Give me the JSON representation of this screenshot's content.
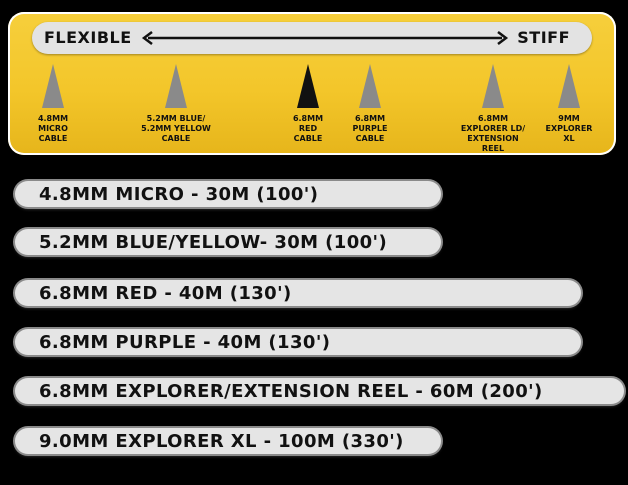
{
  "scale": {
    "left_label": "FLEXIBLE",
    "right_label": "STIFF",
    "markers": [
      {
        "caption": "4.8MM\nMICRO\nCABLE",
        "color": "#8a8a8a"
      },
      {
        "caption": "5.2MM BLUE/\n5.2MM YELLOW\nCABLE",
        "color": "#8a8a8a"
      },
      {
        "caption": "6.8MM\nRED\nCABLE",
        "color": "#111111"
      },
      {
        "caption": "6.8MM\nPURPLE\nCABLE",
        "color": "#8a8a8a"
      },
      {
        "caption": "6.8MM\nEXPLORER LD/\nEXTENSION\nREEL",
        "color": "#8a8a8a"
      },
      {
        "caption": "9MM\nEXPLORER\nXL",
        "color": "#8a8a8a"
      }
    ]
  },
  "cables": [
    "4.8MM MICRO - 30M (100')",
    "5.2MM BLUE/YELLOW- 30M (100')",
    "6.8MM RED - 40M (130')",
    "6.8MM PURPLE - 40M (130')",
    "6.8MM EXPLORER/EXTENSION REEL - 60M (200')",
    "9.0MM EXPLORER XL - 100M (330')"
  ],
  "colors": {
    "panel": "#f3c62a",
    "pill": "#e5e5e5",
    "background": "#000000"
  }
}
